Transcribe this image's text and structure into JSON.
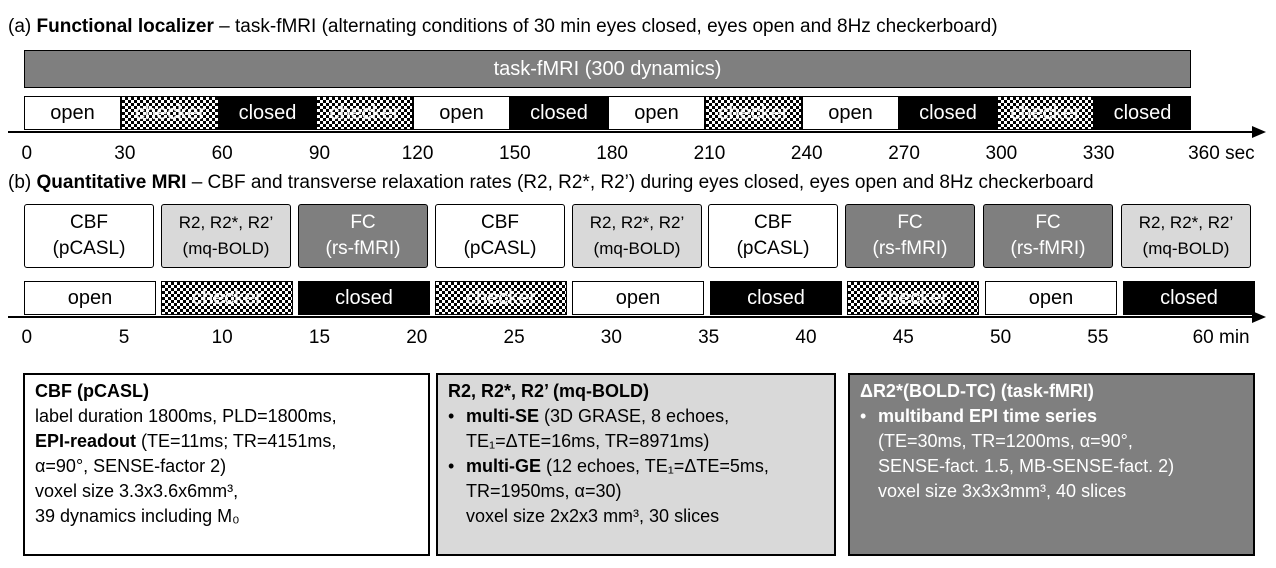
{
  "section_a": {
    "label": "(a)",
    "title": "Functional localizer",
    "subtitle": " – task-fMRI (alternating conditions of 30 min eyes closed, eyes open and 8Hz checkerboard)",
    "bar_label": "task-fMRI (300 dynamics)",
    "segments": [
      "open",
      "checker",
      "closed",
      "checker",
      "open",
      "closed",
      "open",
      "checker",
      "open",
      "closed",
      "checker",
      "closed"
    ],
    "ticks": [
      "0",
      "30",
      "60",
      "90",
      "120",
      "150",
      "180",
      "210",
      "240",
      "270",
      "300",
      "330",
      "360 sec"
    ]
  },
  "section_b": {
    "label": "(b)",
    "title": "Quantitative MRI",
    "subtitle": " –  CBF and transverse relaxation rates (R2, R2*, R2’) during eyes closed, eyes open and 8Hz checkerboard",
    "blocks": [
      {
        "line1": "CBF",
        "line2": "(pCASL)",
        "style": "white"
      },
      {
        "line1": "R2, R2*, R2’",
        "line2": "(mq-BOLD)",
        "style": "light"
      },
      {
        "line1": "FC",
        "line2": "(rs-fMRI)",
        "style": "dark"
      },
      {
        "line1": "CBF",
        "line2": "(pCASL)",
        "style": "white"
      },
      {
        "line1": "R2, R2*, R2’",
        "line2": "(mq-BOLD)",
        "style": "light"
      },
      {
        "line1": "CBF",
        "line2": "(pCASL)",
        "style": "white"
      },
      {
        "line1": "FC",
        "line2": "(rs-fMRI)",
        "style": "dark"
      },
      {
        "line1": "FC",
        "line2": "(rs-fMRI)",
        "style": "dark"
      },
      {
        "line1": "R2, R2*, R2’",
        "line2": "(mq-BOLD)",
        "style": "light"
      }
    ],
    "segments": [
      "open",
      "checker",
      "closed",
      "checker",
      "open",
      "closed",
      "checker",
      "open",
      "closed"
    ],
    "ticks": [
      "0",
      "5",
      "10",
      "15",
      "20",
      "25",
      "30",
      "35",
      "40",
      "45",
      "50",
      "55",
      "60 min"
    ]
  },
  "info_boxes": {
    "cbf": {
      "title": "CBF (pCASL)",
      "line1": "label duration 1800ms, PLD=1800ms,",
      "line2_bold": "EPI-readout",
      "line2_rest": " (TE=11ms; TR=4151ms,",
      "line3": "α=90°, SENSE-factor 2)",
      "line4": "voxel size 3.3x3.6x6mm³,",
      "line5": "39 dynamics including M₀"
    },
    "mqbold": {
      "title": "R2, R2*, R2’ (mq-BOLD)",
      "b1_bold": "multi-SE",
      "b1_rest": " (3D GRASE, 8 echoes,",
      "b1_line2": "TE₁=ΔTE=16ms, TR=8971ms)",
      "b2_bold": "multi-GE",
      "b2_rest": " (12 echoes, TE₁=ΔTE=5ms,",
      "b2_line2": "TR=1950ms, α=30)",
      "b2_line3": "voxel size 2x2x3 mm³, 30 slices"
    },
    "bold": {
      "title": "ΔR2*(BOLD-TC) (task-fMRI)",
      "b1_bold": "multiband EPI time series",
      "line2": "(TE=30ms, TR=1200ms, α=90°,",
      "line3": "SENSE-fact. 1.5, MB-SENSE-fact. 2)",
      "line4": "voxel size 3x3x3mm³, 40 slices"
    }
  },
  "bullet_char": "•",
  "checker_text": "checker"
}
